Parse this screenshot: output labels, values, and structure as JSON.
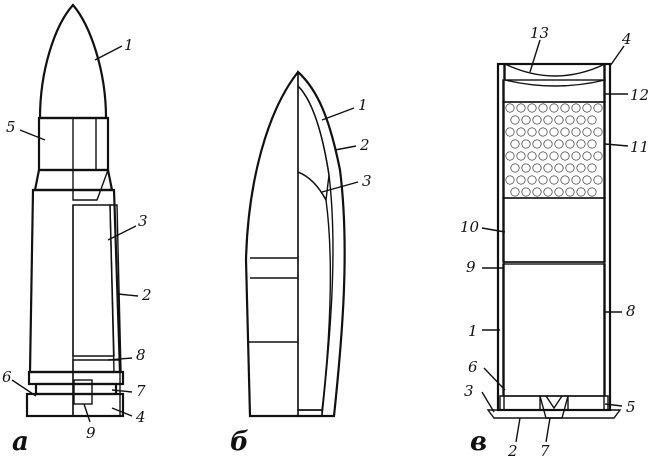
{
  "colors": {
    "ink": "#111111",
    "paper": "#ffffff",
    "shade": "#555555"
  },
  "figures": {
    "a": {
      "letter": "а",
      "labels": {
        "n1": "1",
        "n2": "2",
        "n3": "3",
        "n4": "4",
        "n5": "5",
        "n6": "6",
        "n7": "7",
        "n8": "8",
        "n9": "9"
      }
    },
    "b": {
      "letter": "б",
      "labels": {
        "n1": "1",
        "n2": "2",
        "n3": "3"
      }
    },
    "v": {
      "letter": "в",
      "labels": {
        "n1": "1",
        "n2": "2",
        "n3": "3",
        "n4": "4",
        "n5": "5",
        "n6": "6",
        "n7": "7",
        "n8": "8",
        "n9": "9",
        "n10": "10",
        "n11": "11",
        "n12": "12",
        "n13": "13"
      }
    }
  }
}
